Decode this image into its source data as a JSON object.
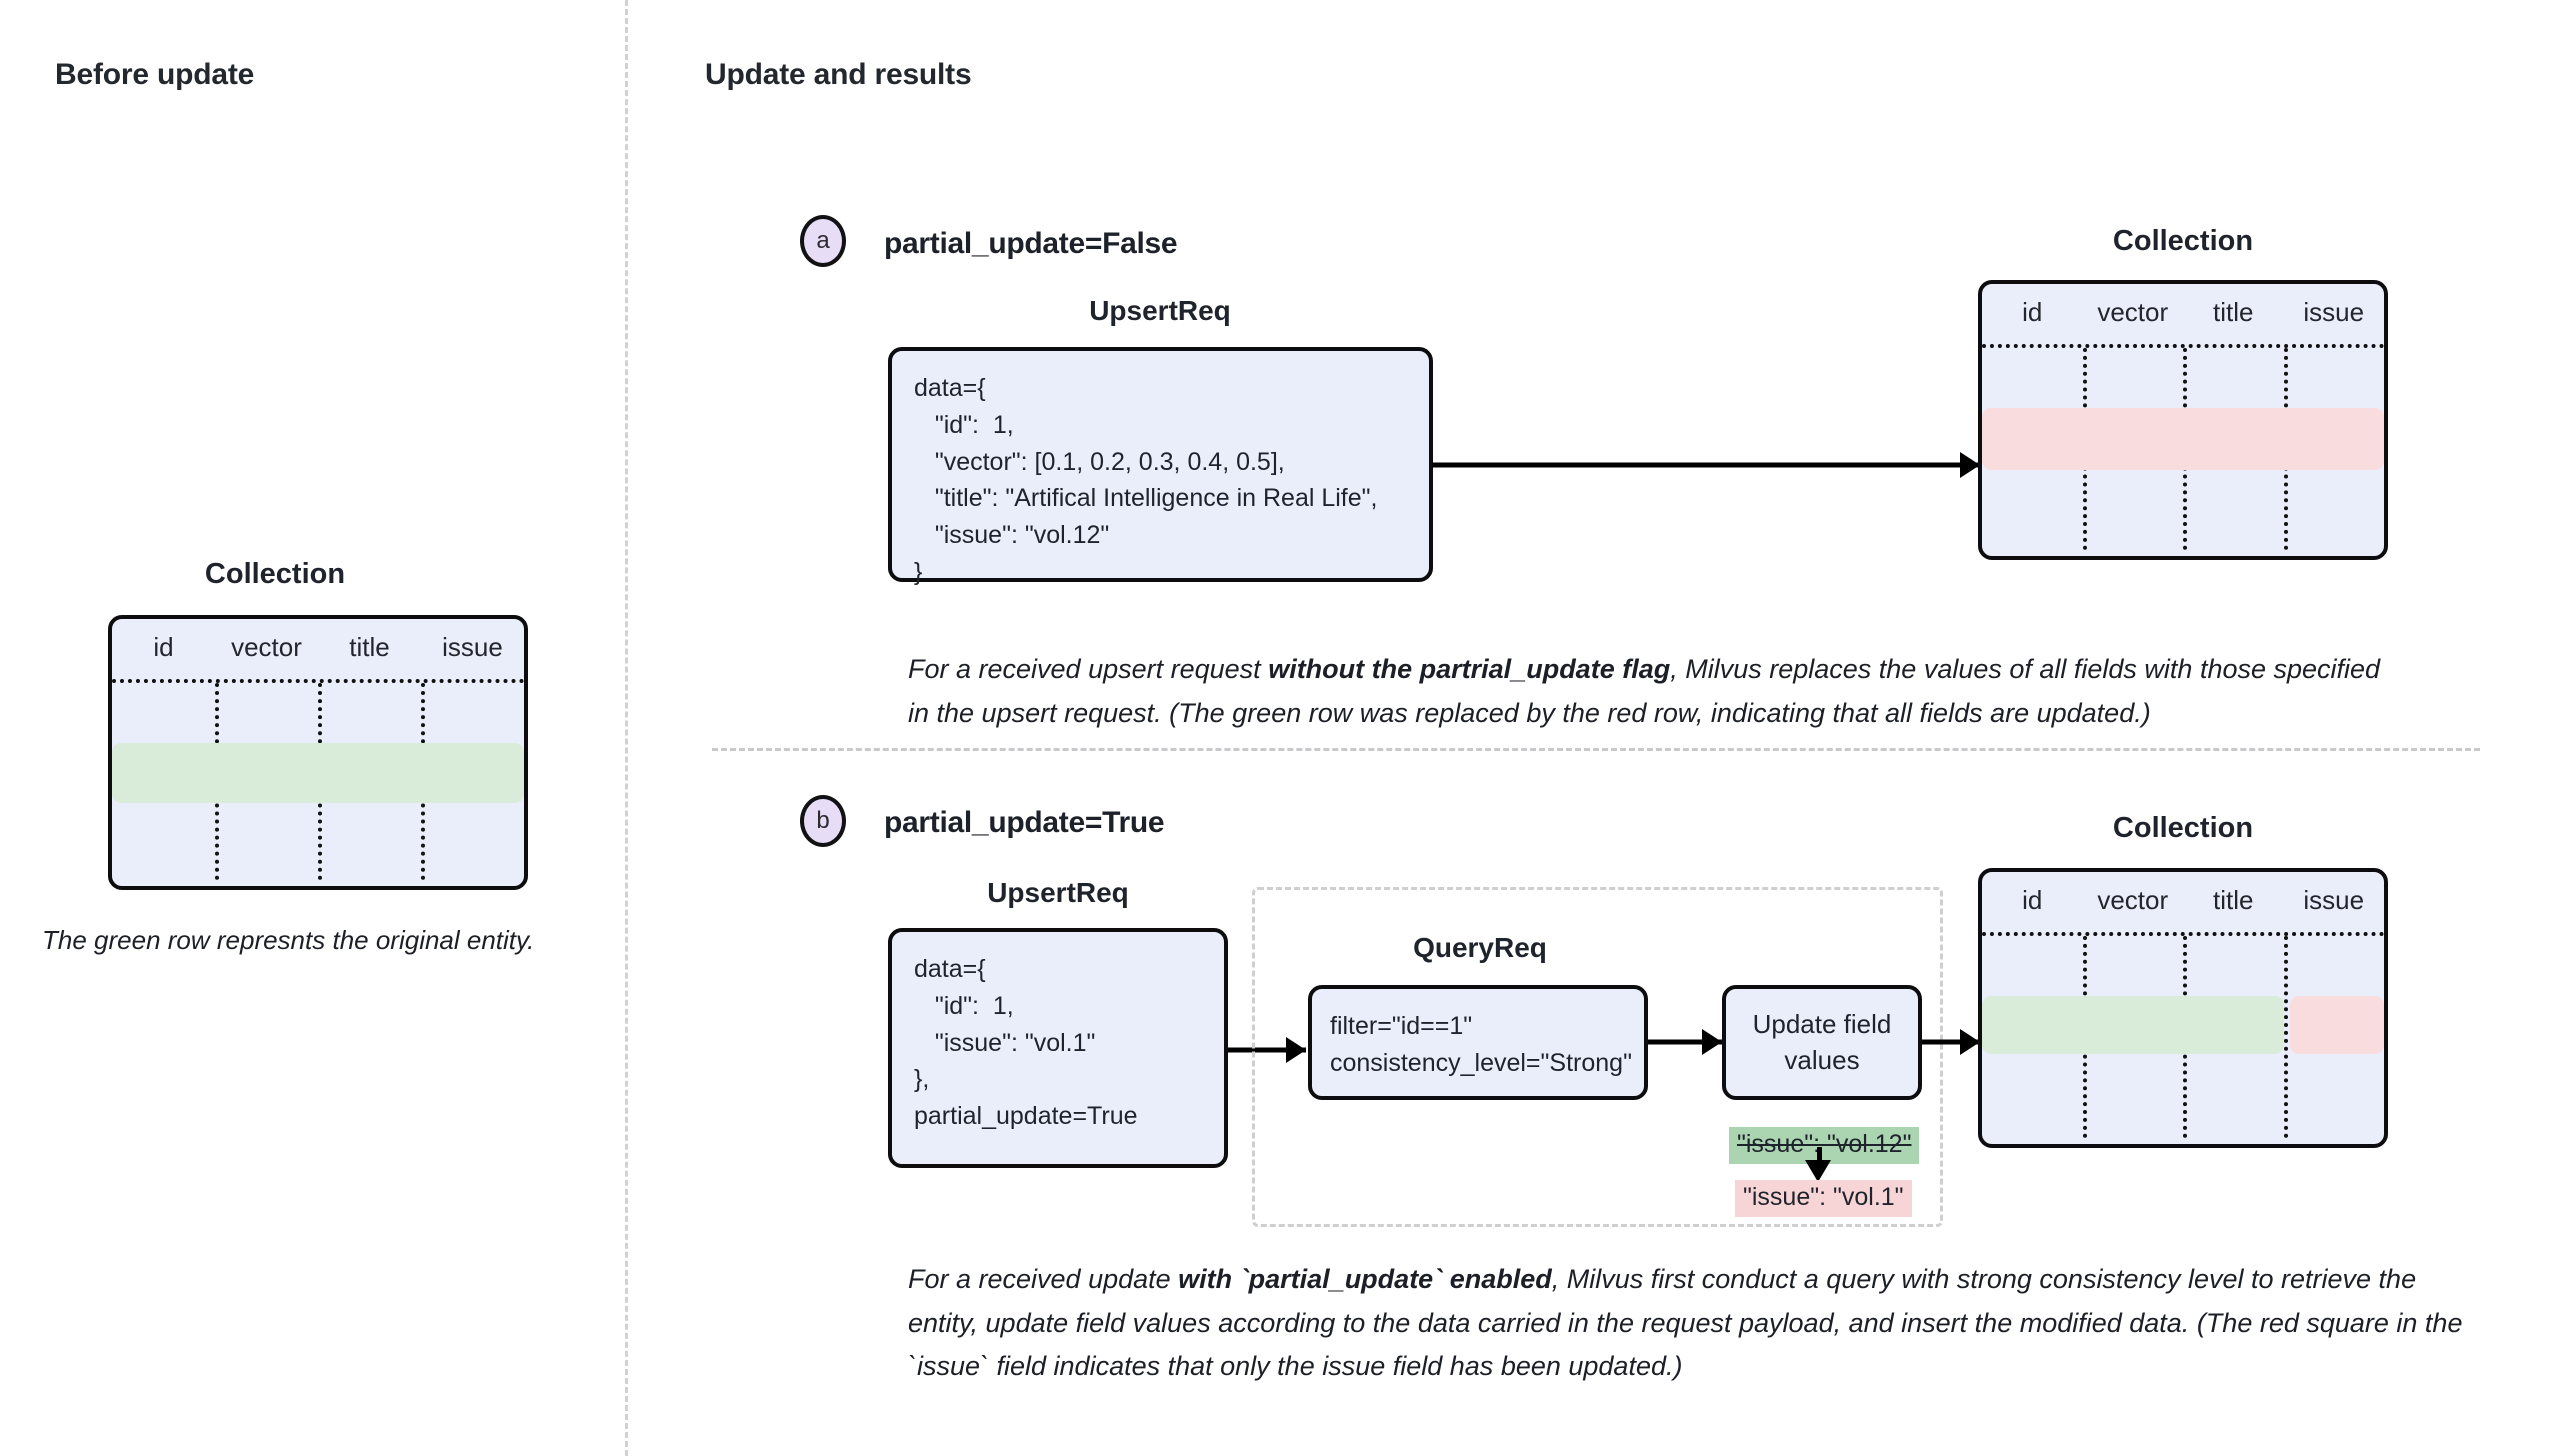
{
  "panels": {
    "left_title": "Before update",
    "right_title": "Update and results"
  },
  "left": {
    "table_title": "Collection",
    "note": "The green row represnts the original entity."
  },
  "table": {
    "columns": [
      "id",
      "vector",
      "title",
      "issue"
    ]
  },
  "colors": {
    "table_fill": "#eaeefb",
    "table_border": "#0d0d0f",
    "green_row": "#d8ecd9",
    "red_row": "#f9dcdd",
    "badge_fill": "#e8ddf7",
    "chip_old": "#abd5b0",
    "chip_new": "#f7d4d6",
    "divider": "#d2d2d4"
  },
  "section_a": {
    "badge": "a",
    "label": "partial_update=False",
    "upsert_title": "UpsertReq",
    "upsert_code": "data={\n   \"id\":  1,\n   \"vector\": [0.1, 0.2, 0.3, 0.4, 0.5],\n   \"title\": \"Artifical Intelligence in Real Life\",\n   \"issue\": \"vol.12\"\n}",
    "collection_title": "Collection",
    "caption_lead": "For a received upsert request ",
    "caption_bold": "without the partrial_update flag",
    "caption_rest": ", Milvus replaces the values of all fields with those specified in the upsert request. (The green row was replaced by the red row, indicating that all fields are updated.)"
  },
  "section_b": {
    "badge": "b",
    "label": "partial_update=True",
    "upsert_title": "UpsertReq",
    "upsert_code": "data={\n   \"id\":  1,\n   \"issue\": \"vol.1\"\n},\npartial_update=True",
    "query_title": "QueryReq",
    "query_code": "filter=\"id==1\"\nconsistency_level=\"Strong\"",
    "update_box": "Update field\nvalues",
    "chip_old": "\"issue\": \"vol.12\"",
    "chip_new": "\"issue\": \"vol.1\"",
    "collection_title": "Collection",
    "caption_lead": "For a received update ",
    "caption_bold": "with `partial_update` enabled",
    "caption_rest": ", Milvus first conduct a query with strong consistency level to retrieve the entity, update field values according to the data carried in the request payload, and insert the modified data. (The red square in the `issue` field indicates that only the issue field has been updated.)"
  }
}
